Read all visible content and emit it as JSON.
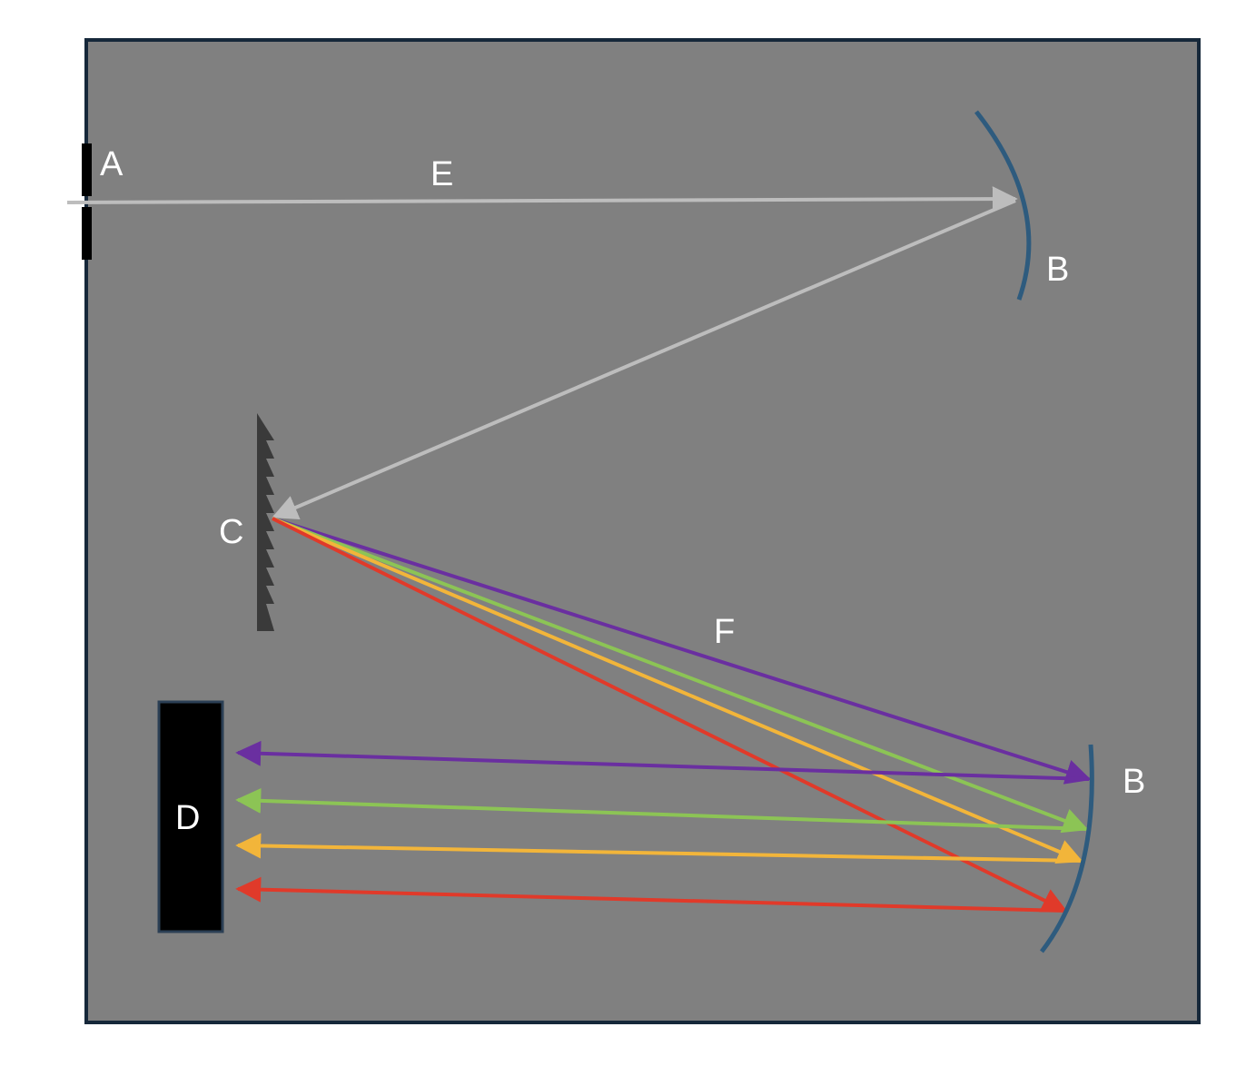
{
  "diagram": {
    "labels": {
      "slit": "A",
      "mirror_top": "B",
      "mirror_bottom": "B",
      "grating": "C",
      "detector": "D",
      "incident_beam": "E",
      "dispersed_beams": "F"
    },
    "colors": {
      "background": "#ffffff",
      "housing_fill": "#808080",
      "housing_border": "#16283a",
      "mirror": "#2e5b7e",
      "beam_incident": "#bdbdbd",
      "grating": "#3a3a3a",
      "detector": "#000000",
      "beam_violet": "#6a2fa0",
      "beam_green": "#8cc455",
      "beam_yellow": "#f2b53a",
      "beam_red": "#e03a2a",
      "label": "#ffffff"
    },
    "beam_order": [
      "violet",
      "green",
      "yellow",
      "red"
    ]
  }
}
